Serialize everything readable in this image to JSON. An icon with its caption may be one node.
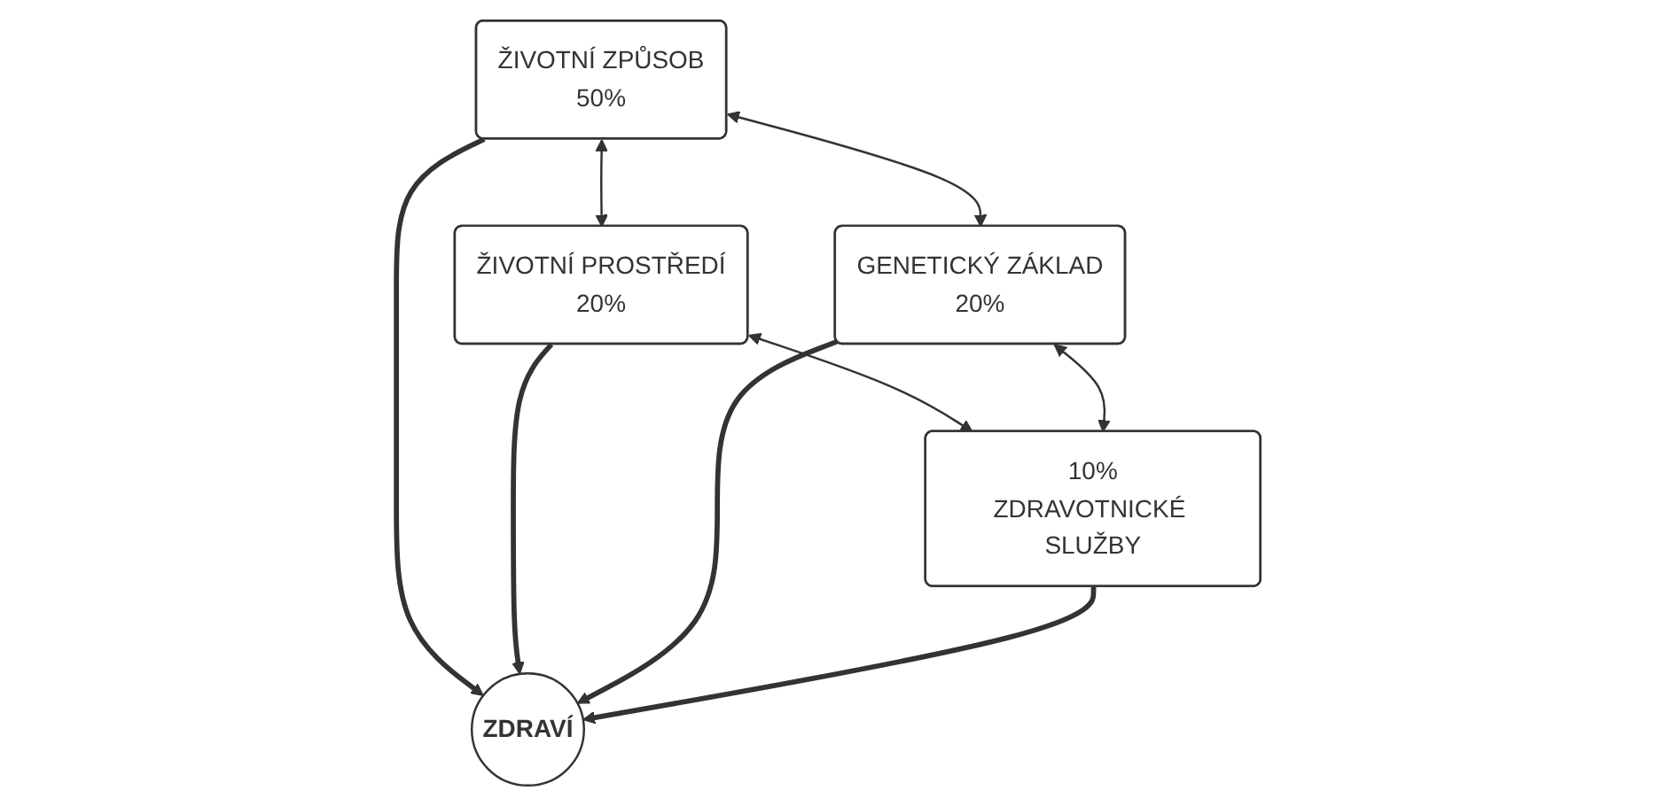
{
  "diagram": {
    "nodes": [
      {
        "text": [
          "ŽIVOTNÍ ZPŮSOB",
          "50%"
        ]
      },
      {
        "text": [
          "ŽIVOTNÍ PROSTŘEDÍ",
          "20%"
        ]
      },
      {
        "text": [
          "ZDRAVÍ"
        ]
      },
      {
        "text": [
          "GENETICKÝ ZÁKLAD",
          "20%"
        ]
      },
      {
        "text": [
          "10%",
          "ZDRAVOTNICKÉ SLUŽBY"
        ]
      }
    ],
    "edges": [
      {
        "from": 0,
        "to": 1,
        "arrow": "both"
      },
      {
        "from": 0,
        "to": 3,
        "arrow": "both"
      },
      {
        "from": 0,
        "to": 2,
        "arrow": "to",
        "style": "thick"
      },
      {
        "from": 1,
        "to": 2,
        "arrow": "to",
        "style": "thick"
      },
      {
        "from": 3,
        "to": 2,
        "arrow": "to",
        "style": "thick"
      },
      {
        "from": 4,
        "to": 2,
        "arrow": "to",
        "style": "thick"
      },
      {
        "from": 1,
        "to": 4,
        "arrow": "both"
      },
      {
        "from": 3,
        "to": 4,
        "arrow": "both"
      }
    ]
  }
}
